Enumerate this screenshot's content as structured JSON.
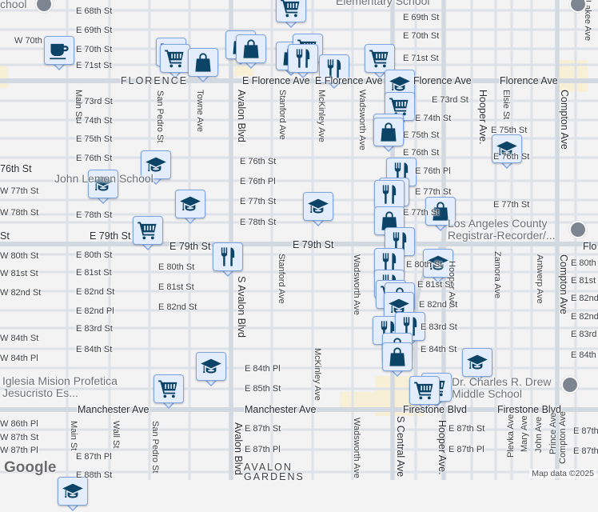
{
  "map": {
    "attribution": "Map data ©2025",
    "logo": "Google",
    "colors": {
      "background": "#f4f3f3",
      "street": "#dde2e8",
      "major_road": "#d2d9e0",
      "marker_fill": "#e4edfc",
      "marker_border": "#7ea4e2",
      "icon": "#0c4467",
      "commercial": "#f7efd6"
    },
    "street_labels": [
      "E 68th St",
      "E 69th St",
      "E 70th St",
      "E 71st St",
      "W 70th",
      "FLORENCE",
      "E Florence Ave",
      "E Florence Ave",
      "Florence Ave",
      "Florence Ave",
      "E 73rd St",
      "E 74th St",
      "E 75th St",
      "E 76th St",
      "76th St",
      "W 77th St",
      "W 78th St",
      "E 78th St",
      "E 79th St",
      "St",
      "E 76th St",
      "E 76th Pl",
      "E 77th St",
      "E 78th St",
      "E 79th St",
      "E 79th St",
      "Flo",
      "E 69th St",
      "E 70th St",
      "E 71st St",
      "E 73rd St",
      "E 74th St",
      "E 75th St",
      "E 75th St",
      "E 76th St",
      "E 76th Pl",
      "E 77th St",
      "E 77th St",
      "Main St",
      "San Pedro St",
      "Towne Ave",
      "Avalon Blvd",
      "Stanford Ave",
      "McKinley Ave",
      "Wadsworth Ave",
      "Hooper Ave.",
      "Elsie St",
      "Compton Ave",
      "Lakee Ave",
      "W 80th St",
      "W 81st St",
      "W 82nd St",
      "W 84th St",
      "W 84th Pl",
      "W 86th Pl",
      "W 87th St",
      "W 87th Pl",
      "E 80th St",
      "E 81st St",
      "E 82nd St",
      "E 82nd Pl",
      "E 83rd St",
      "E 84th St",
      "E 80th St",
      "E 81st St",
      "E 82nd St",
      "S Avalon Blvd",
      "Stanford Ave",
      "E 84th Pl",
      "E 85th St",
      "Manchester Ave",
      "Manchester Ave",
      "Main St",
      "Wall St",
      "San Pedro St",
      "E 87th Pl",
      "E 88th St",
      "Avalon Blvd",
      "E 87th St",
      "E 87th Pl",
      "Wadsworth Ave",
      "McKinley Ave",
      "Hooper Ave.",
      "Zamora Ave",
      "Antwerp Ave",
      "Compton Ave",
      "E 80th St",
      "E 81st St",
      "E 82nd St",
      "E 82nd Pl",
      "E 83rd St",
      "E 84th St",
      "Firestone Blvd",
      "Firestone Blvd",
      "Wadsworth Ave",
      "S Central Ave",
      "Hooper Ave.",
      "E 87th St",
      "E 87th Pl",
      "Plevka Ave",
      "Mary Ave",
      "John Ave",
      "Prince Ave",
      "Compton Ave",
      "E 87th St",
      "E 87th St",
      "E 80th St",
      "E 81st St",
      "E 82nd St",
      "E 83rd St",
      "E 84th St",
      "E 76th St",
      "E 77th St"
    ],
    "place_labels": [
      "Elementary School",
      "John Lemon School",
      "Los Angeles County Registrar-Recorder/...",
      "Dr. Charles R. Drew Middle School",
      "Iglesia Mision Profetica Jesucristo Es...",
      "AVALON GARDENS",
      "chool"
    ],
    "markers": [
      "coffee",
      "cart",
      "cart",
      "bag",
      "bag",
      "bag",
      "cart",
      "bag",
      "cart",
      "restaurant",
      "restaurant",
      "cart",
      "school",
      "cart",
      "bag",
      "bag",
      "school",
      "restaurant",
      "restaurant",
      "restaurant",
      "school",
      "school",
      "school",
      "school",
      "cart",
      "bag",
      "bag",
      "restaurant",
      "restaurant",
      "restaurant",
      "school",
      "restaurant",
      "cart",
      "bag",
      "school",
      "restaurant",
      "restaurant",
      "bag",
      "bag",
      "school",
      "school",
      "cart",
      "cart",
      "cart",
      "school"
    ]
  }
}
